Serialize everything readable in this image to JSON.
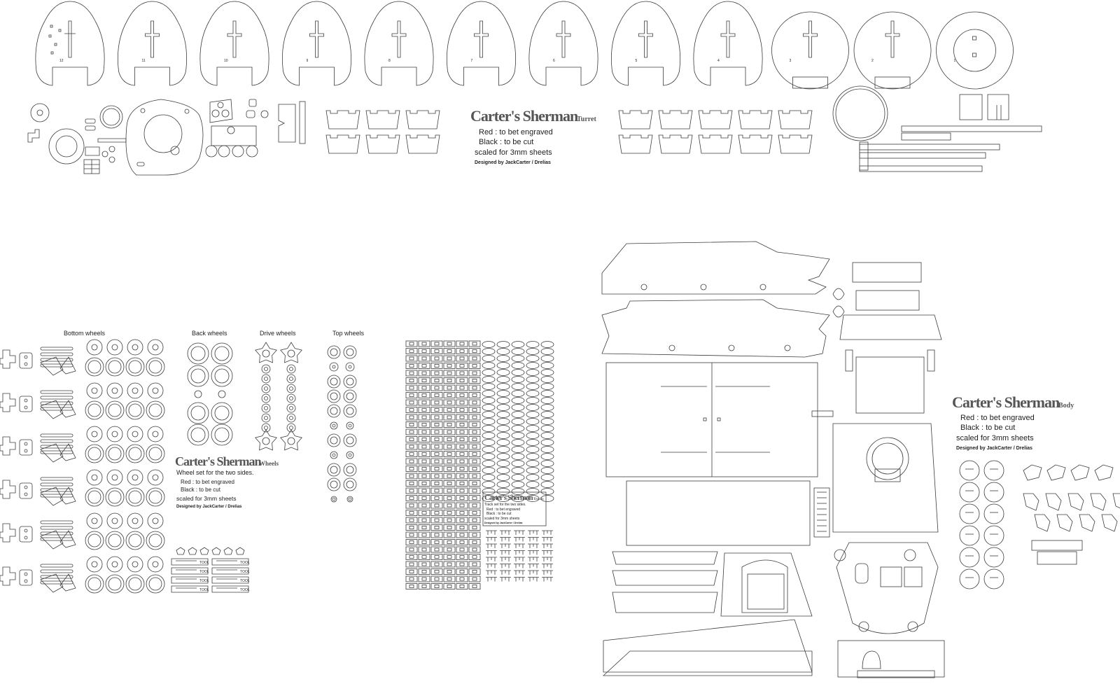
{
  "turret_block": {
    "title": "Carter's Sherman",
    "tag": "Turret",
    "line_red": "Red : to bet engraved",
    "line_black": "Black : to be cut",
    "scale_note": "scaled for 3mm sheets",
    "credit": "Designed by JackCarter / Drelias"
  },
  "wheels_block": {
    "title": "Carter's Sherman",
    "tag": "Wheels",
    "subtitle": "Wheel set for the two sides.",
    "line_red": "Red : to bet engraved",
    "line_black": "Black : to be cut",
    "scale_note": "scaled for 3mm sheets",
    "credit": "Designed by JackCarter / Drelias"
  },
  "tracks_block": {
    "title": "Carter's Sherman",
    "tag": "Tracks",
    "subtitle": "Track set for the two sides.",
    "line_red": "Red : to bet engraved",
    "line_black": "Black : to be cut",
    "scale_note": "scaled for 3mm sheets",
    "credit": "Designed by JackCarter / Drelias"
  },
  "body_block": {
    "title": "Carter's Sherman",
    "tag": "Body",
    "line_red": "Red : to bet engraved",
    "line_black": "Black : to be cut",
    "scale_note": "scaled for 3mm sheets",
    "credit": "Designed by JackCarter / Drelias"
  },
  "wheel_groups": {
    "bottom": "Bottom wheels",
    "back": "Back wheels",
    "drive": "Drive wheels",
    "top": "Top wheels"
  },
  "turret_ribs": [
    "12",
    "11",
    "10",
    "9",
    "8",
    "7",
    "6",
    "5",
    "4",
    "3",
    "2",
    "1"
  ],
  "tool_tag": "TOOL"
}
